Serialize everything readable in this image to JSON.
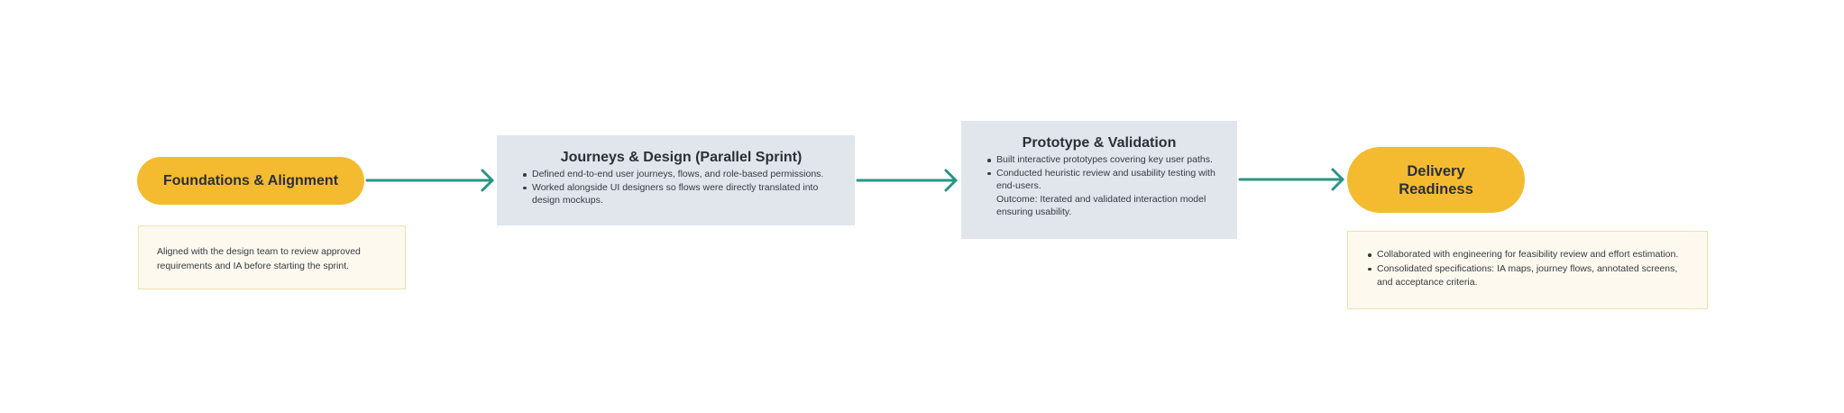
{
  "diagram": {
    "nodes": {
      "foundations": {
        "label": "Foundations & Alignment"
      },
      "journeys": {
        "title": "Journeys & Design (Parallel Sprint)",
        "bullets": [
          "Defined end-to-end user journeys, flows, and role-based permissions.",
          "Worked alongside UI designers so flows were directly translated into design mockups."
        ]
      },
      "prototype": {
        "title": "Prototype & Validation",
        "bullets": [
          "Built interactive prototypes covering key user paths.",
          "Conducted heuristic review and usability testing with end-users."
        ],
        "outcome": "Outcome: Iterated and validated interaction model ensuring usability."
      },
      "delivery": {
        "label": "Delivery Readiness"
      }
    },
    "notes": {
      "foundations": "Aligned with the design team to review approved requirements and IA before starting the sprint.",
      "delivery": [
        "Collaborated with engineering for feasibility review and effort estimation.",
        "Consolidated specifications: IA maps, journey flows, annotated screens, and acceptance criteria."
      ]
    },
    "colors": {
      "pill": "#f4bb30",
      "box": "#e1e6ed",
      "note_bg": "#fdf9ee",
      "note_border": "#f2dfb0",
      "arrow": "#2a9485",
      "text": "#2b2f36"
    },
    "edges": [
      {
        "from": "foundations",
        "to": "journeys"
      },
      {
        "from": "journeys",
        "to": "prototype"
      },
      {
        "from": "prototype",
        "to": "delivery"
      }
    ]
  }
}
